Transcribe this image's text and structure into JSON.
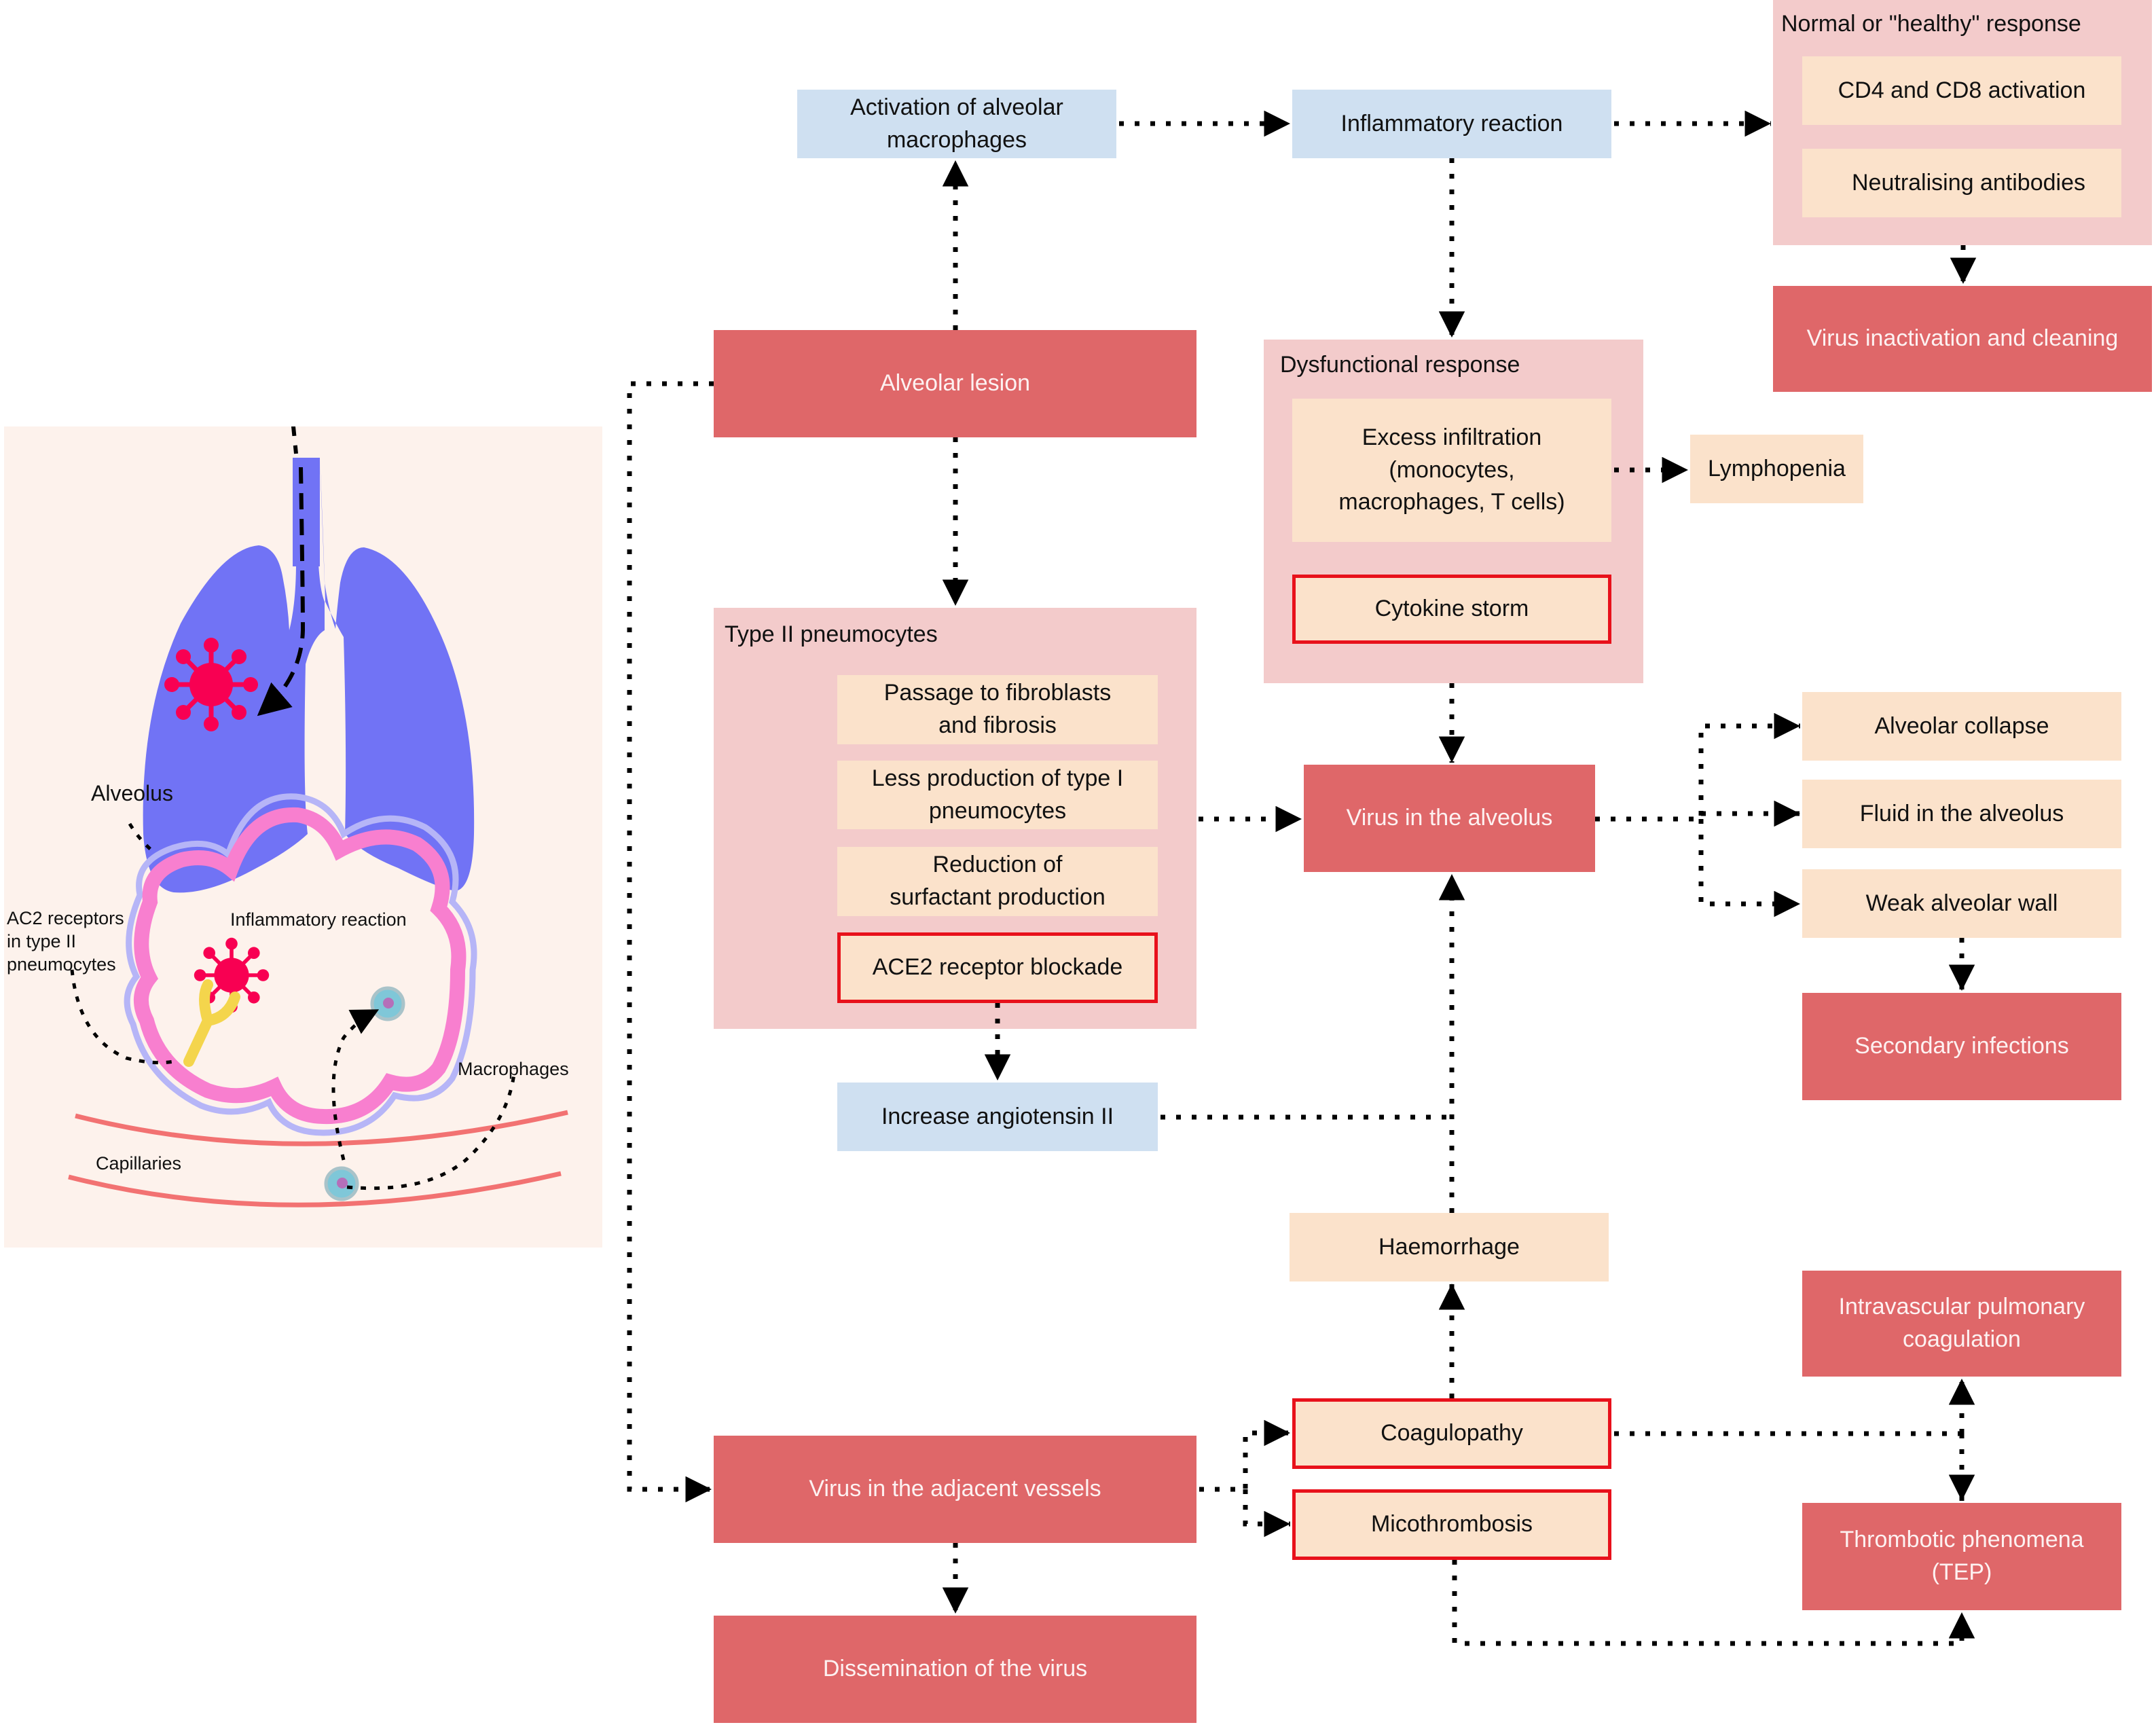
{
  "colors": {
    "mechanism_blue": "#cfe0f1",
    "effect_peach": "#fbe2cb",
    "outcome_red": "#df6769",
    "group_pink": "#f3cbcb",
    "highlight_outline": "#e8111b",
    "lung_blue": "#7173f5",
    "virus_red": "#f80052",
    "alveolus_pink": "#f87fcf",
    "alveolus_lilac": "#b6b5f7",
    "capillary_red": "#f27272",
    "receptor_yellow": "#f4d54c",
    "macrophage_cyan": "#7fc7d8",
    "panel_bg": "#fdf2ec"
  },
  "illustration": {
    "labels": {
      "alveolus": "Alveolus",
      "receptors": "AC2 receptors\nin type II\npneumocytes",
      "inflammatory": "Inflammatory reaction",
      "macrophages": "Macrophages",
      "capillaries": "Capillaries"
    }
  },
  "nodes": {
    "activation_macrophages": "Activation of alveolar macrophages",
    "inflammatory_reaction": "Inflammatory reaction",
    "normal_response": {
      "title": "Normal or \"healthy\" response",
      "items": [
        "CD4 and CD8 activation",
        "Neutralising antibodies"
      ]
    },
    "virus_inactivation": "Virus inactivation and cleaning",
    "alveolar_lesion": "Alveolar lesion",
    "dysfunctional_response": {
      "title": "Dysfunctional response",
      "items": [
        "Excess infiltration (monocytes, macrophages, T cells)",
        "Cytokine storm"
      ]
    },
    "lymphopenia": "Lymphopenia",
    "type2_pneumocytes": {
      "title": "Type II pneumocytes",
      "items": [
        "Passage to fibroblasts and fibrosis",
        "Less production of type I pneumocytes",
        "Reduction of surfactant production",
        "ACE2 receptor blockade"
      ]
    },
    "virus_in_alveolus": "Virus in the alveolus",
    "alveolar_collapse": "Alveolar collapse",
    "fluid_in_alveolus": "Fluid in the alveolus",
    "weak_alveolar_wall": "Weak alveolar wall",
    "secondary_infections": "Secondary infections",
    "increase_angiotensin": "Increase angiotensin II",
    "haemorrhage": "Haemorrhage",
    "intravascular_coagulation": "Intravascular pulmonary coagulation",
    "coagulopathy": "Coagulopathy",
    "micothrombosis": "Micothrombosis",
    "thrombotic_phenomena": "Thrombotic phenomena (TEP)",
    "virus_adjacent_vessels": "Virus in the adjacent vessels",
    "dissemination": "Dissemination of the virus"
  },
  "edges": [
    {
      "from": "alveolar_lesion",
      "to": "activation_macrophages"
    },
    {
      "from": "activation_macrophages",
      "to": "inflammatory_reaction"
    },
    {
      "from": "inflammatory_reaction",
      "to": "normal_response"
    },
    {
      "from": "normal_response",
      "to": "virus_inactivation"
    },
    {
      "from": "inflammatory_reaction",
      "to": "dysfunctional_response"
    },
    {
      "from": "dysfunctional_response.excess_infiltration",
      "to": "lymphopenia"
    },
    {
      "from": "alveolar_lesion",
      "to": "type2_pneumocytes"
    },
    {
      "from": "alveolar_lesion",
      "to": "virus_adjacent_vessels"
    },
    {
      "from": "dysfunctional_response",
      "to": "virus_in_alveolus"
    },
    {
      "from": "type2_pneumocytes",
      "to": "virus_in_alveolus"
    },
    {
      "from": "virus_in_alveolus",
      "to": "alveolar_collapse"
    },
    {
      "from": "virus_in_alveolus",
      "to": "fluid_in_alveolus"
    },
    {
      "from": "virus_in_alveolus",
      "to": "weak_alveolar_wall"
    },
    {
      "from": "weak_alveolar_wall",
      "to": "secondary_infections"
    },
    {
      "from": "type2_pneumocytes.ace2_blockade",
      "to": "increase_angiotensin"
    },
    {
      "from": "increase_angiotensin",
      "to": "virus_in_alveolus"
    },
    {
      "from": "haemorrhage",
      "to": "virus_in_alveolus"
    },
    {
      "from": "coagulopathy",
      "to": "haemorrhage"
    },
    {
      "from": "virus_adjacent_vessels",
      "to": "coagulopathy"
    },
    {
      "from": "virus_adjacent_vessels",
      "to": "micothrombosis"
    },
    {
      "from": "virus_adjacent_vessels",
      "to": "dissemination"
    },
    {
      "from": "coagulopathy",
      "to": "intravascular_coagulation"
    },
    {
      "from": "coagulopathy",
      "to": "thrombotic_phenomena"
    },
    {
      "from": "micothrombosis",
      "to": "thrombotic_phenomena"
    }
  ]
}
